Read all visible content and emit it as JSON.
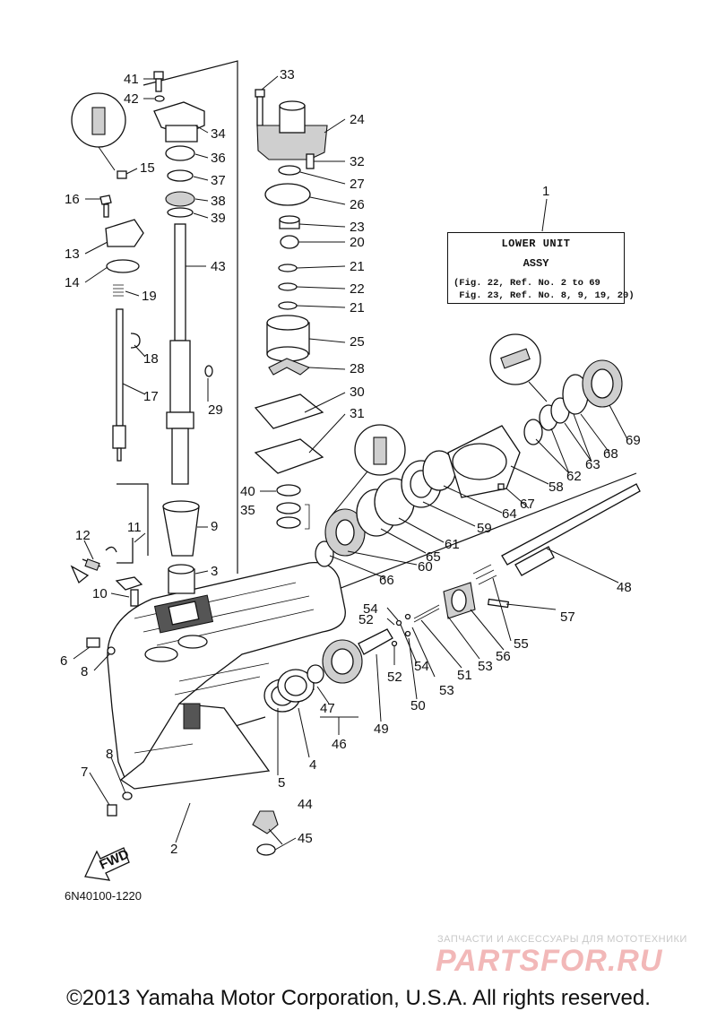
{
  "diagram": {
    "assembly_box": {
      "number": "1",
      "title": "LOWER UNIT",
      "subtitle": "ASSY",
      "line1": "(Fig. 22, Ref. No. 2 to 69",
      "line2": " Fig. 23, Ref. No. 8, 9, 19, 20)"
    },
    "callouts": {
      "c1": "1",
      "c2": "2",
      "c3": "3",
      "c4": "4",
      "c5": "5",
      "c6": "6",
      "c7": "7",
      "c8a": "8",
      "c8b": "8",
      "c9": "9",
      "c10": "10",
      "c11": "11",
      "c12": "12",
      "c13": "13",
      "c14": "14",
      "c15": "15",
      "c16": "16",
      "c17": "17",
      "c18": "18",
      "c19": "19",
      "c20": "20",
      "c21a": "21",
      "c21b": "21",
      "c22": "22",
      "c23": "23",
      "c24": "24",
      "c25": "25",
      "c26": "26",
      "c27": "27",
      "c28": "28",
      "c29": "29",
      "c30": "30",
      "c31": "31",
      "c32": "32",
      "c33": "33",
      "c34": "34",
      "c35": "35",
      "c36": "36",
      "c37": "37",
      "c38": "38",
      "c39": "39",
      "c40": "40",
      "c41": "41",
      "c42": "42",
      "c43": "43",
      "c44": "44",
      "c45": "45",
      "c46": "46",
      "c47": "47",
      "c48": "48",
      "c49": "49",
      "c50": "50",
      "c51": "51",
      "c52a": "52",
      "c52b": "52",
      "c53a": "53",
      "c53b": "53",
      "c54a": "54",
      "c54b": "54",
      "c55": "55",
      "c56": "56",
      "c57": "57",
      "c58": "58",
      "c59": "59",
      "c60": "60",
      "c61": "61",
      "c62": "62",
      "c63": "63",
      "c64": "64",
      "c65": "65",
      "c66": "66",
      "c67": "67",
      "c68": "68",
      "c69": "69"
    },
    "fwd_label": "FWD",
    "diagram_code": "6N40100-1220"
  },
  "watermark": {
    "tagline": "ЗАПЧАСТИ И АКСЕССУАРЫ ДЛЯ МОТОТЕХНИКИ",
    "logo": "PARTSFOR.RU"
  },
  "footer": {
    "copyright": "©2013 Yamaha Motor Corporation, U.S.A. All rights reserved."
  }
}
